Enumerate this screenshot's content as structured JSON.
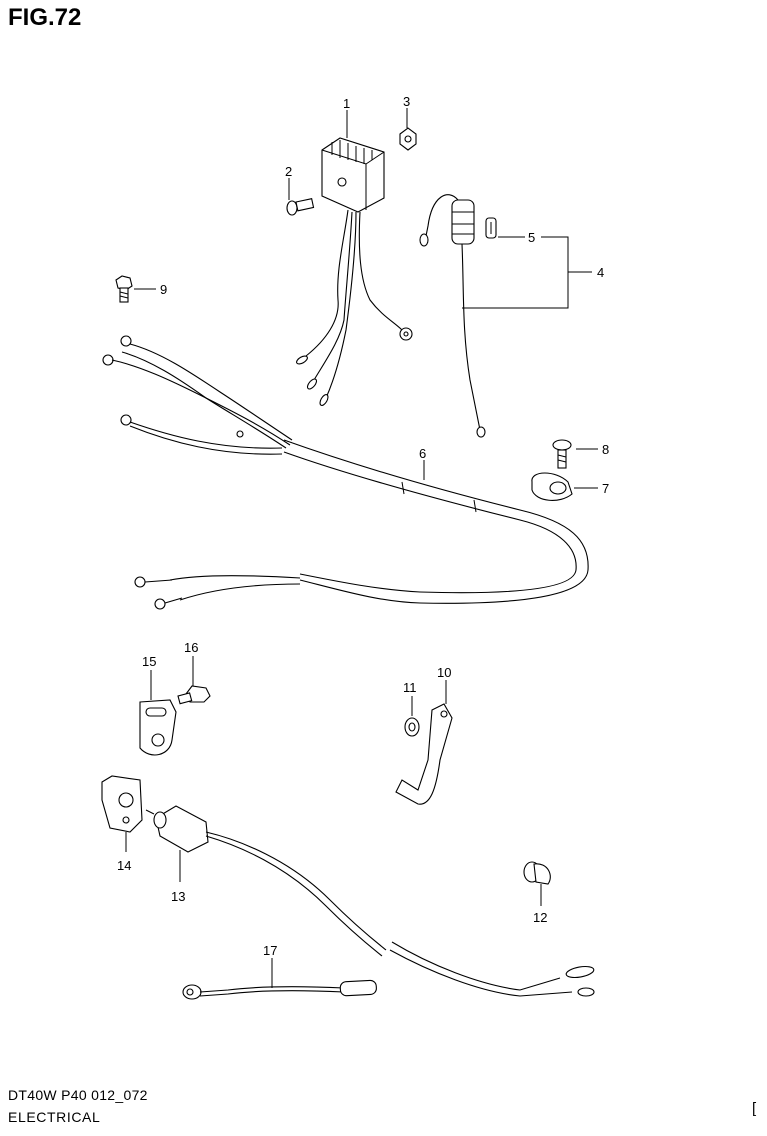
{
  "figure": {
    "title": "FIG.72",
    "model_code": "DT40W P40 012_072",
    "section_name": "ELECTRICAL",
    "corner_mark": "["
  },
  "callouts": [
    {
      "id": "1",
      "label": "1"
    },
    {
      "id": "2",
      "label": "2"
    },
    {
      "id": "3",
      "label": "3"
    },
    {
      "id": "4",
      "label": "4"
    },
    {
      "id": "5",
      "label": "5"
    },
    {
      "id": "6",
      "label": "6"
    },
    {
      "id": "7",
      "label": "7"
    },
    {
      "id": "8",
      "label": "8"
    },
    {
      "id": "9",
      "label": "9"
    },
    {
      "id": "10",
      "label": "10"
    },
    {
      "id": "11",
      "label": "11"
    },
    {
      "id": "12",
      "label": "12"
    },
    {
      "id": "13",
      "label": "13"
    },
    {
      "id": "14",
      "label": "14"
    },
    {
      "id": "15",
      "label": "15"
    },
    {
      "id": "16",
      "label": "16"
    },
    {
      "id": "17",
      "label": "17"
    }
  ]
}
